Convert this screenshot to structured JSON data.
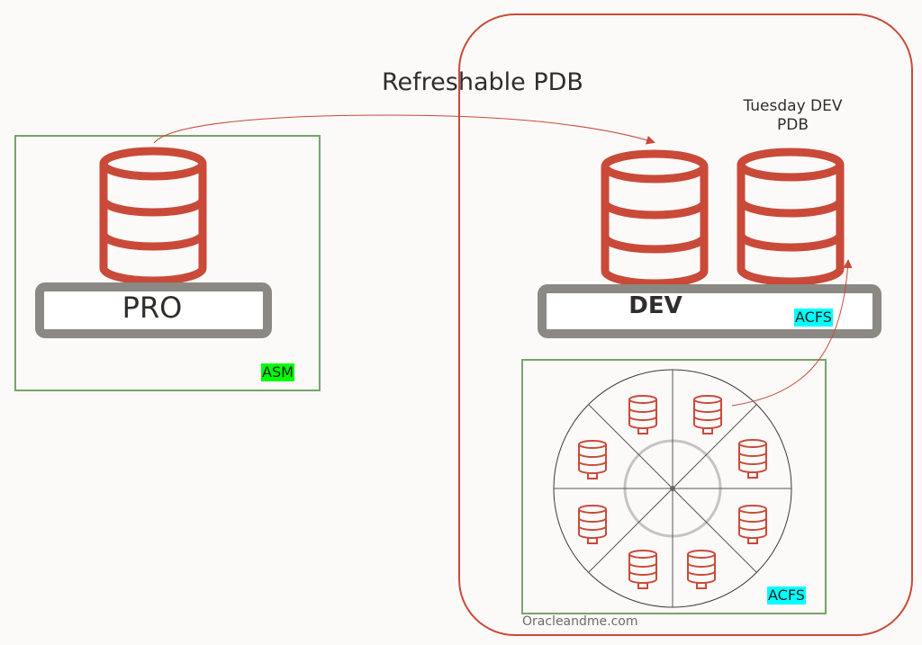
{
  "title": "Refreshable PDB",
  "tuesday_label": [
    "Tuesday DEV",
    "PDB"
  ],
  "source": {
    "label": "PRO",
    "storage_badge": "ASM"
  },
  "target": {
    "label": "DEV",
    "storage_badge": "ACFS"
  },
  "acfs_pool": {
    "storage_badge": "ACFS",
    "snapshot_count": 8
  },
  "watermark": "Oracleandme.com",
  "colors": {
    "db": "#c94a38",
    "server": "#8c8883",
    "box": "#78a36c",
    "container": "#c94a38",
    "asm_badge": "#00ff00",
    "acfs_badge": "#00ffff"
  }
}
